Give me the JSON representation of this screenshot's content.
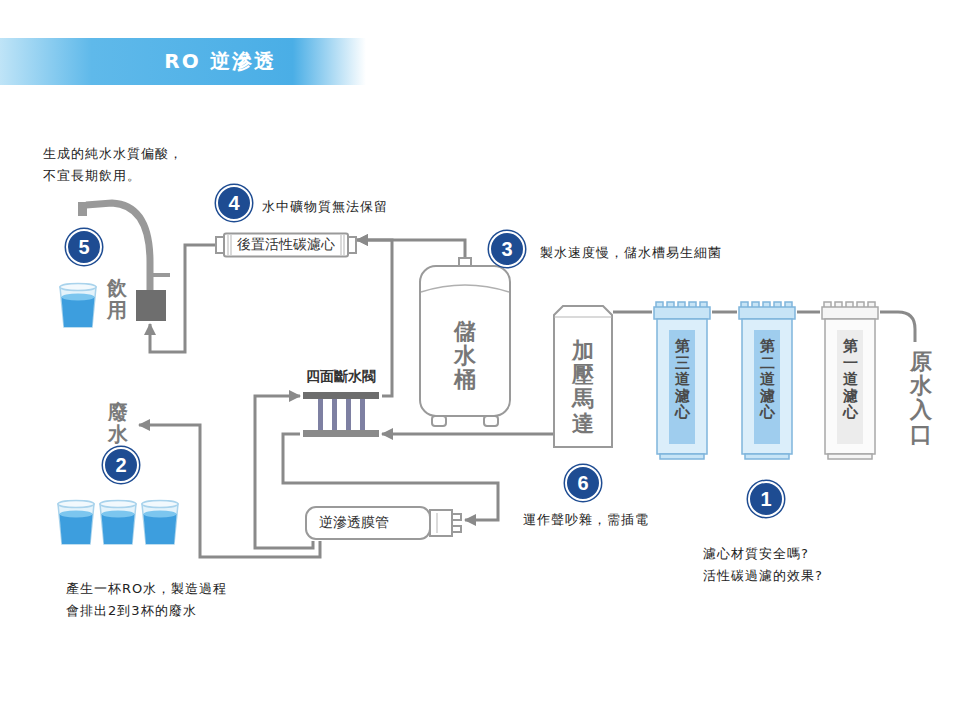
{
  "diagram": {
    "title": "RO 逆滲透",
    "nodes": [
      {
        "text": [
          "後置活性碳濾心"
        ]
      },
      {
        "text": [
          "儲水桶"
        ]
      },
      {
        "text": [
          "加壓馬達"
        ]
      },
      {
        "text": [
          "第三道濾心"
        ]
      },
      {
        "text": [
          "第二道濾心"
        ]
      },
      {
        "text": [
          "第一道濾心"
        ]
      },
      {
        "text": [
          "四面斷水閥"
        ]
      },
      {
        "text": [
          "逆滲透膜管"
        ]
      },
      {
        "text": [
          "1"
        ]
      },
      {
        "text": [
          "2"
        ]
      },
      {
        "text": [
          "3"
        ]
      },
      {
        "text": [
          "4"
        ]
      },
      {
        "text": [
          "5"
        ]
      },
      {
        "text": [
          "6"
        ]
      }
    ],
    "edges": [
      {
        "from": 5,
        "to": 4,
        "arrow": "none"
      },
      {
        "from": 4,
        "to": 3,
        "arrow": "none"
      },
      {
        "from": 3,
        "to": 2,
        "arrow": "none"
      },
      {
        "from": 2,
        "to": 6,
        "arrow": "to"
      },
      {
        "from": 6,
        "to": 7,
        "arrow": "to"
      },
      {
        "from": 7,
        "to": 6,
        "arrow": "to"
      },
      {
        "from": 6,
        "to": 0,
        "arrow": "to"
      },
      {
        "from": 1,
        "to": 0,
        "arrow": "to"
      }
    ],
    "labels": [
      "生成的純水水質偏酸， 不宜長期飲用。",
      "水中礦物質無法保留",
      "製水速度慢，儲水槽易生細菌",
      "飲用",
      "原水入口",
      "廢水",
      "運作聲吵雜，需插電",
      "濾心材質安全嗎? 活性碳過濾的效果?",
      "產生一杯RO水，製造過程 會排出2到3杯的廢水"
    ]
  }
}
